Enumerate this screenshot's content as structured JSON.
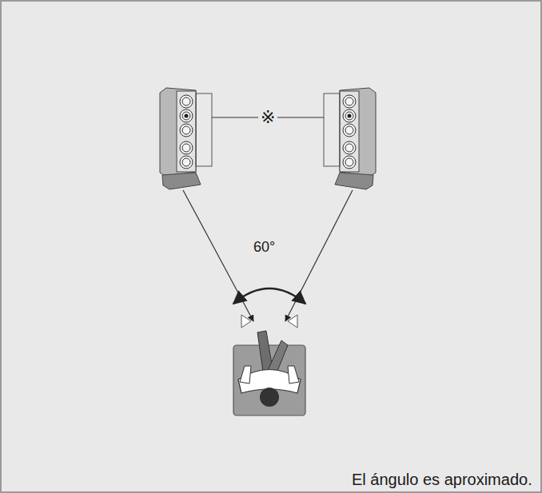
{
  "diagram": {
    "labels": [
      "※",
      "60°",
      "El ángulo es aproximado."
    ]
  }
}
